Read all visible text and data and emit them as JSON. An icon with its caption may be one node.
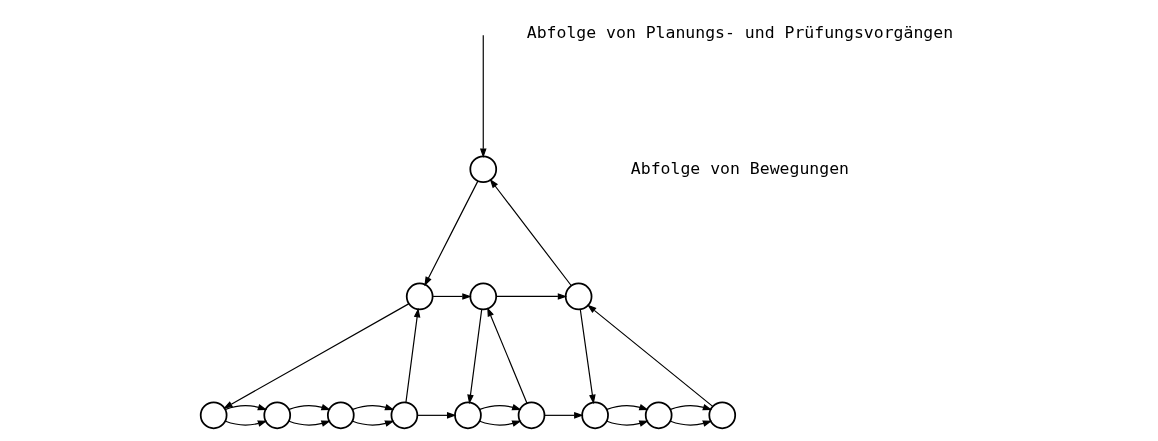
{
  "diagram": {
    "nodes": [
      {
        "text": [],
        "shape": "circle"
      },
      {
        "text": [],
        "shape": "circle"
      },
      {
        "text": [],
        "shape": "circle"
      },
      {
        "text": [],
        "shape": "circle"
      },
      {
        "text": [],
        "shape": "circle"
      },
      {
        "text": [],
        "shape": "circle"
      },
      {
        "text": [],
        "shape": "circle"
      },
      {
        "text": [],
        "shape": "circle"
      },
      {
        "text": [],
        "shape": "circle"
      },
      {
        "text": [],
        "shape": "circle"
      },
      {
        "text": [],
        "shape": "circle"
      },
      {
        "text": [],
        "shape": "circle"
      },
      {
        "text": [],
        "shape": "circle"
      }
    ],
    "edges": [
      {
        "from": null,
        "to": 0,
        "arrow": "to"
      },
      {
        "from": 0,
        "to": 1,
        "arrow": "to"
      },
      {
        "from": 3,
        "to": 0,
        "arrow": "to"
      },
      {
        "from": 1,
        "to": 2,
        "arrow": "to"
      },
      {
        "from": 2,
        "to": 3,
        "arrow": "to"
      },
      {
        "from": 1,
        "to": 4,
        "arrow": "to"
      },
      {
        "from": 7,
        "to": 1,
        "arrow": "to"
      },
      {
        "from": 2,
        "to": 8,
        "arrow": "to"
      },
      {
        "from": 9,
        "to": 2,
        "arrow": "to"
      },
      {
        "from": 3,
        "to": 10,
        "arrow": "to"
      },
      {
        "from": 12,
        "to": 3,
        "arrow": "to"
      },
      {
        "from": 4,
        "to": 5,
        "arrow": "to"
      },
      {
        "from": 5,
        "to": 6,
        "arrow": "to"
      },
      {
        "from": 6,
        "to": 7,
        "arrow": "to"
      },
      {
        "from": 8,
        "to": 9,
        "arrow": "to"
      },
      {
        "from": 10,
        "to": 11,
        "arrow": "to"
      },
      {
        "from": 11,
        "to": 12,
        "arrow": "to"
      },
      {
        "from": 4,
        "to": 5,
        "arrow": "to"
      },
      {
        "from": 5,
        "to": 6,
        "arrow": "to"
      },
      {
        "from": 6,
        "to": 7,
        "arrow": "to"
      },
      {
        "from": 7,
        "to": 8,
        "arrow": "to"
      },
      {
        "from": 8,
        "to": 9,
        "arrow": "to"
      },
      {
        "from": 9,
        "to": 10,
        "arrow": "to"
      },
      {
        "from": 10,
        "to": 11,
        "arrow": "to"
      },
      {
        "from": 11,
        "to": 12,
        "arrow": "to"
      }
    ],
    "legend": [
      {
        "text": "Abfolge von Planungs- und Prüfungsvorgängen"
      },
      {
        "text": "Abfolge von Bewegungen"
      }
    ]
  }
}
